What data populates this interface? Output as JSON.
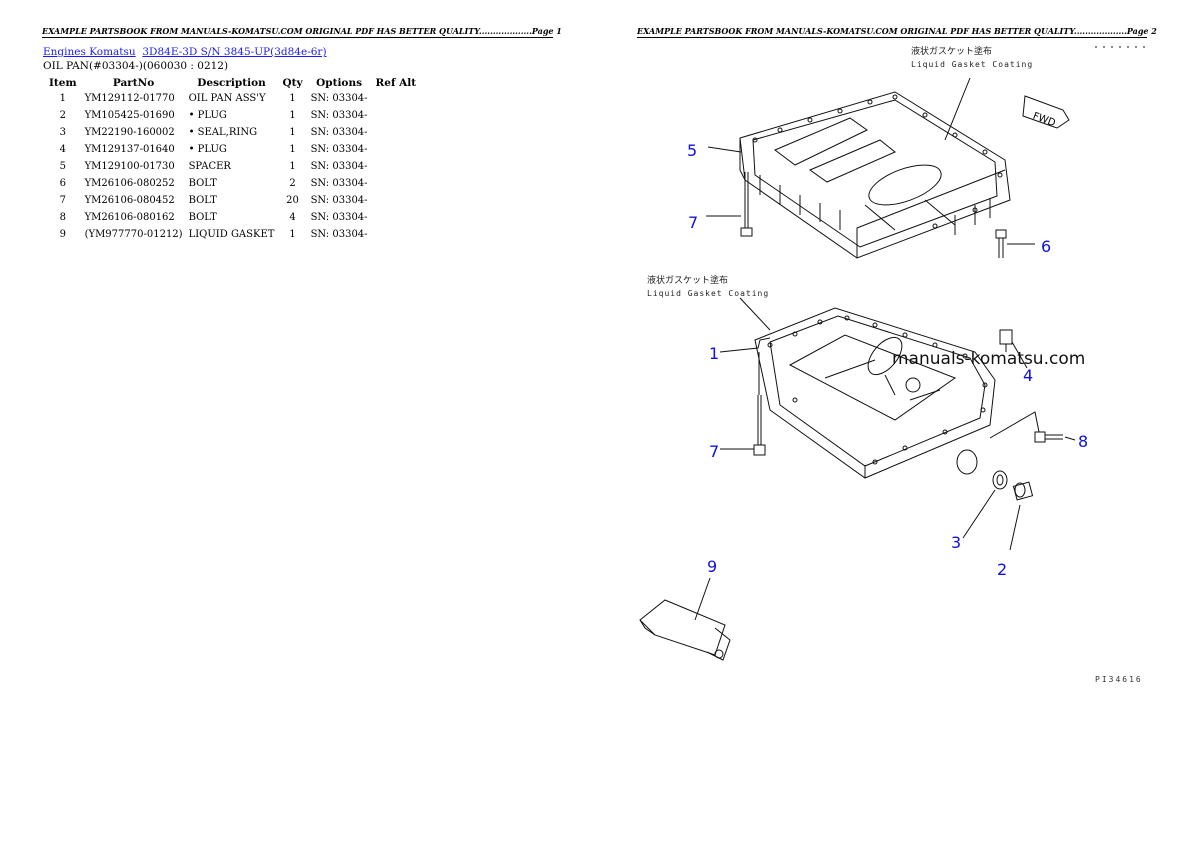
{
  "page1": {
    "header": "EXAMPLE PARTSBOOK FROM MANUALS-KOMATSU.COM ORIGINAL PDF HAS BETTER QUALITY...................Page 1",
    "breadcrumb": {
      "link1": "Engines Komatsu",
      "link2": "3D84E-3D S/N 3845-UP(3d84e-6r)"
    },
    "subtitle": "OIL PAN(#03304-)(060030 : 0212)",
    "table": {
      "headers": [
        "Item",
        "PartNo",
        "Description",
        "Qty",
        "Options",
        "Ref Alt"
      ],
      "rows": [
        [
          "1",
          "YM129112-01770",
          "OIL PAN ASS'Y",
          "1",
          "SN: 03304-",
          ""
        ],
        [
          "2",
          "YM105425-01690",
          "• PLUG",
          "1",
          "SN: 03304-",
          ""
        ],
        [
          "3",
          "YM22190-160002",
          "• SEAL,RING",
          "1",
          "SN: 03304-",
          ""
        ],
        [
          "4",
          "YM129137-01640",
          "• PLUG",
          "1",
          "SN: 03304-",
          ""
        ],
        [
          "5",
          "YM129100-01730",
          "SPACER",
          "1",
          "SN: 03304-",
          ""
        ],
        [
          "6",
          "YM26106-080252",
          "BOLT",
          "2",
          "SN: 03304-",
          ""
        ],
        [
          "7",
          "YM26106-080452",
          "BOLT",
          "20",
          "SN: 03304-",
          ""
        ],
        [
          "8",
          "YM26106-080162",
          "BOLT",
          "4",
          "SN: 03304-",
          ""
        ],
        [
          "9",
          "(YM977770-01212)",
          "LIQUID GASKET",
          "1",
          "SN: 03304-",
          ""
        ]
      ]
    }
  },
  "page2": {
    "header": "EXAMPLE PARTSBOOK FROM MANUALS-KOMATSU.COM ORIGINAL PDF HAS BETTER QUALITY...................Page 2",
    "diagram": {
      "note_jp_top": "液状ガスケット塗布",
      "note_en_top": "Liquid Gasket Coating",
      "note_jp_mid": "液状ガスケット塗布",
      "note_en_mid": "Liquid Gasket Coating",
      "fwd_label": "FWD",
      "watermark": "manuals-komatsu.com",
      "figure_code": "PI34616",
      "callouts": {
        "c5": "5",
        "c7a": "7",
        "c6": "6",
        "c1": "1",
        "c4": "4",
        "c7b": "7",
        "c8": "8",
        "c3": "3",
        "c2": "2",
        "c9": "9"
      }
    }
  }
}
